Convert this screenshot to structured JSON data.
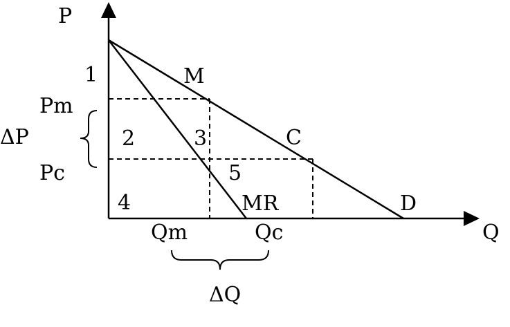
{
  "axes": {
    "y_label": "P",
    "x_label": "Q"
  },
  "prices": {
    "monopoly": "Pm",
    "competitive": "Pc",
    "delta": "ΔP"
  },
  "quantities": {
    "monopoly": "Qm",
    "competitive": "Qc",
    "delta": "ΔQ"
  },
  "curves": {
    "demand": "D",
    "marginal_revenue": "MR"
  },
  "points": {
    "monopoly": "M",
    "competitive": "C"
  },
  "regions": [
    "1",
    "2",
    "3",
    "4",
    "5"
  ]
}
